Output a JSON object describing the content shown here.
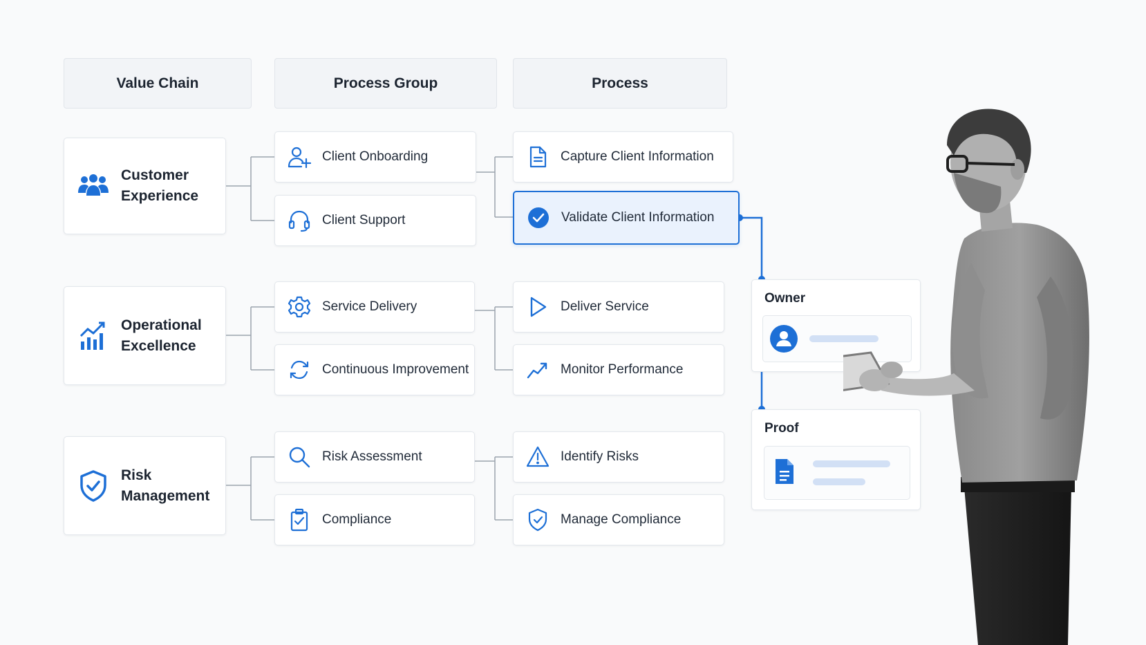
{
  "headers": {
    "value_chain": "Value Chain",
    "process_group": "Process Group",
    "process": "Process"
  },
  "value_chains": [
    {
      "label": "Customer Experience",
      "icon": "users-icon"
    },
    {
      "label": "Operational Excellence",
      "icon": "bar-chart-trend-icon"
    },
    {
      "label": "Risk Management",
      "icon": "shield-check-icon"
    }
  ],
  "process_groups": [
    {
      "label": "Client Onboarding",
      "icon": "user-plus-icon"
    },
    {
      "label": "Client Support",
      "icon": "headset-icon"
    },
    {
      "label": "Service Delivery",
      "icon": "gear-icon"
    },
    {
      "label": "Continuous Improvement",
      "icon": "refresh-cycle-icon"
    },
    {
      "label": "Risk Assessment",
      "icon": "search-icon"
    },
    {
      "label": "Compliance",
      "icon": "clipboard-check-icon"
    }
  ],
  "processes": [
    {
      "label": "Capture Client Information",
      "icon": "document-icon",
      "selected": false
    },
    {
      "label": "Validate Client Information",
      "icon": "check-circle-icon",
      "selected": true
    },
    {
      "label": "Deliver Service",
      "icon": "play-icon",
      "selected": false
    },
    {
      "label": "Monitor Performance",
      "icon": "trend-line-icon",
      "selected": false
    },
    {
      "label": "Identify Risks",
      "icon": "warning-triangle-icon",
      "selected": false
    },
    {
      "label": "Manage Compliance",
      "icon": "shield-check-icon",
      "selected": false
    }
  ],
  "details": {
    "owner_title": "Owner",
    "owner_icon": "user-avatar-icon",
    "proof_title": "Proof",
    "proof_icon": "document-filled-icon"
  },
  "colors": {
    "accent": "#1d6fd6",
    "background": "#f9fafb",
    "connector": "#9aa3ad",
    "selected_bg": "#eaf2fd"
  },
  "photo": {
    "subject": "man holding a tablet (grayscale photo)"
  }
}
